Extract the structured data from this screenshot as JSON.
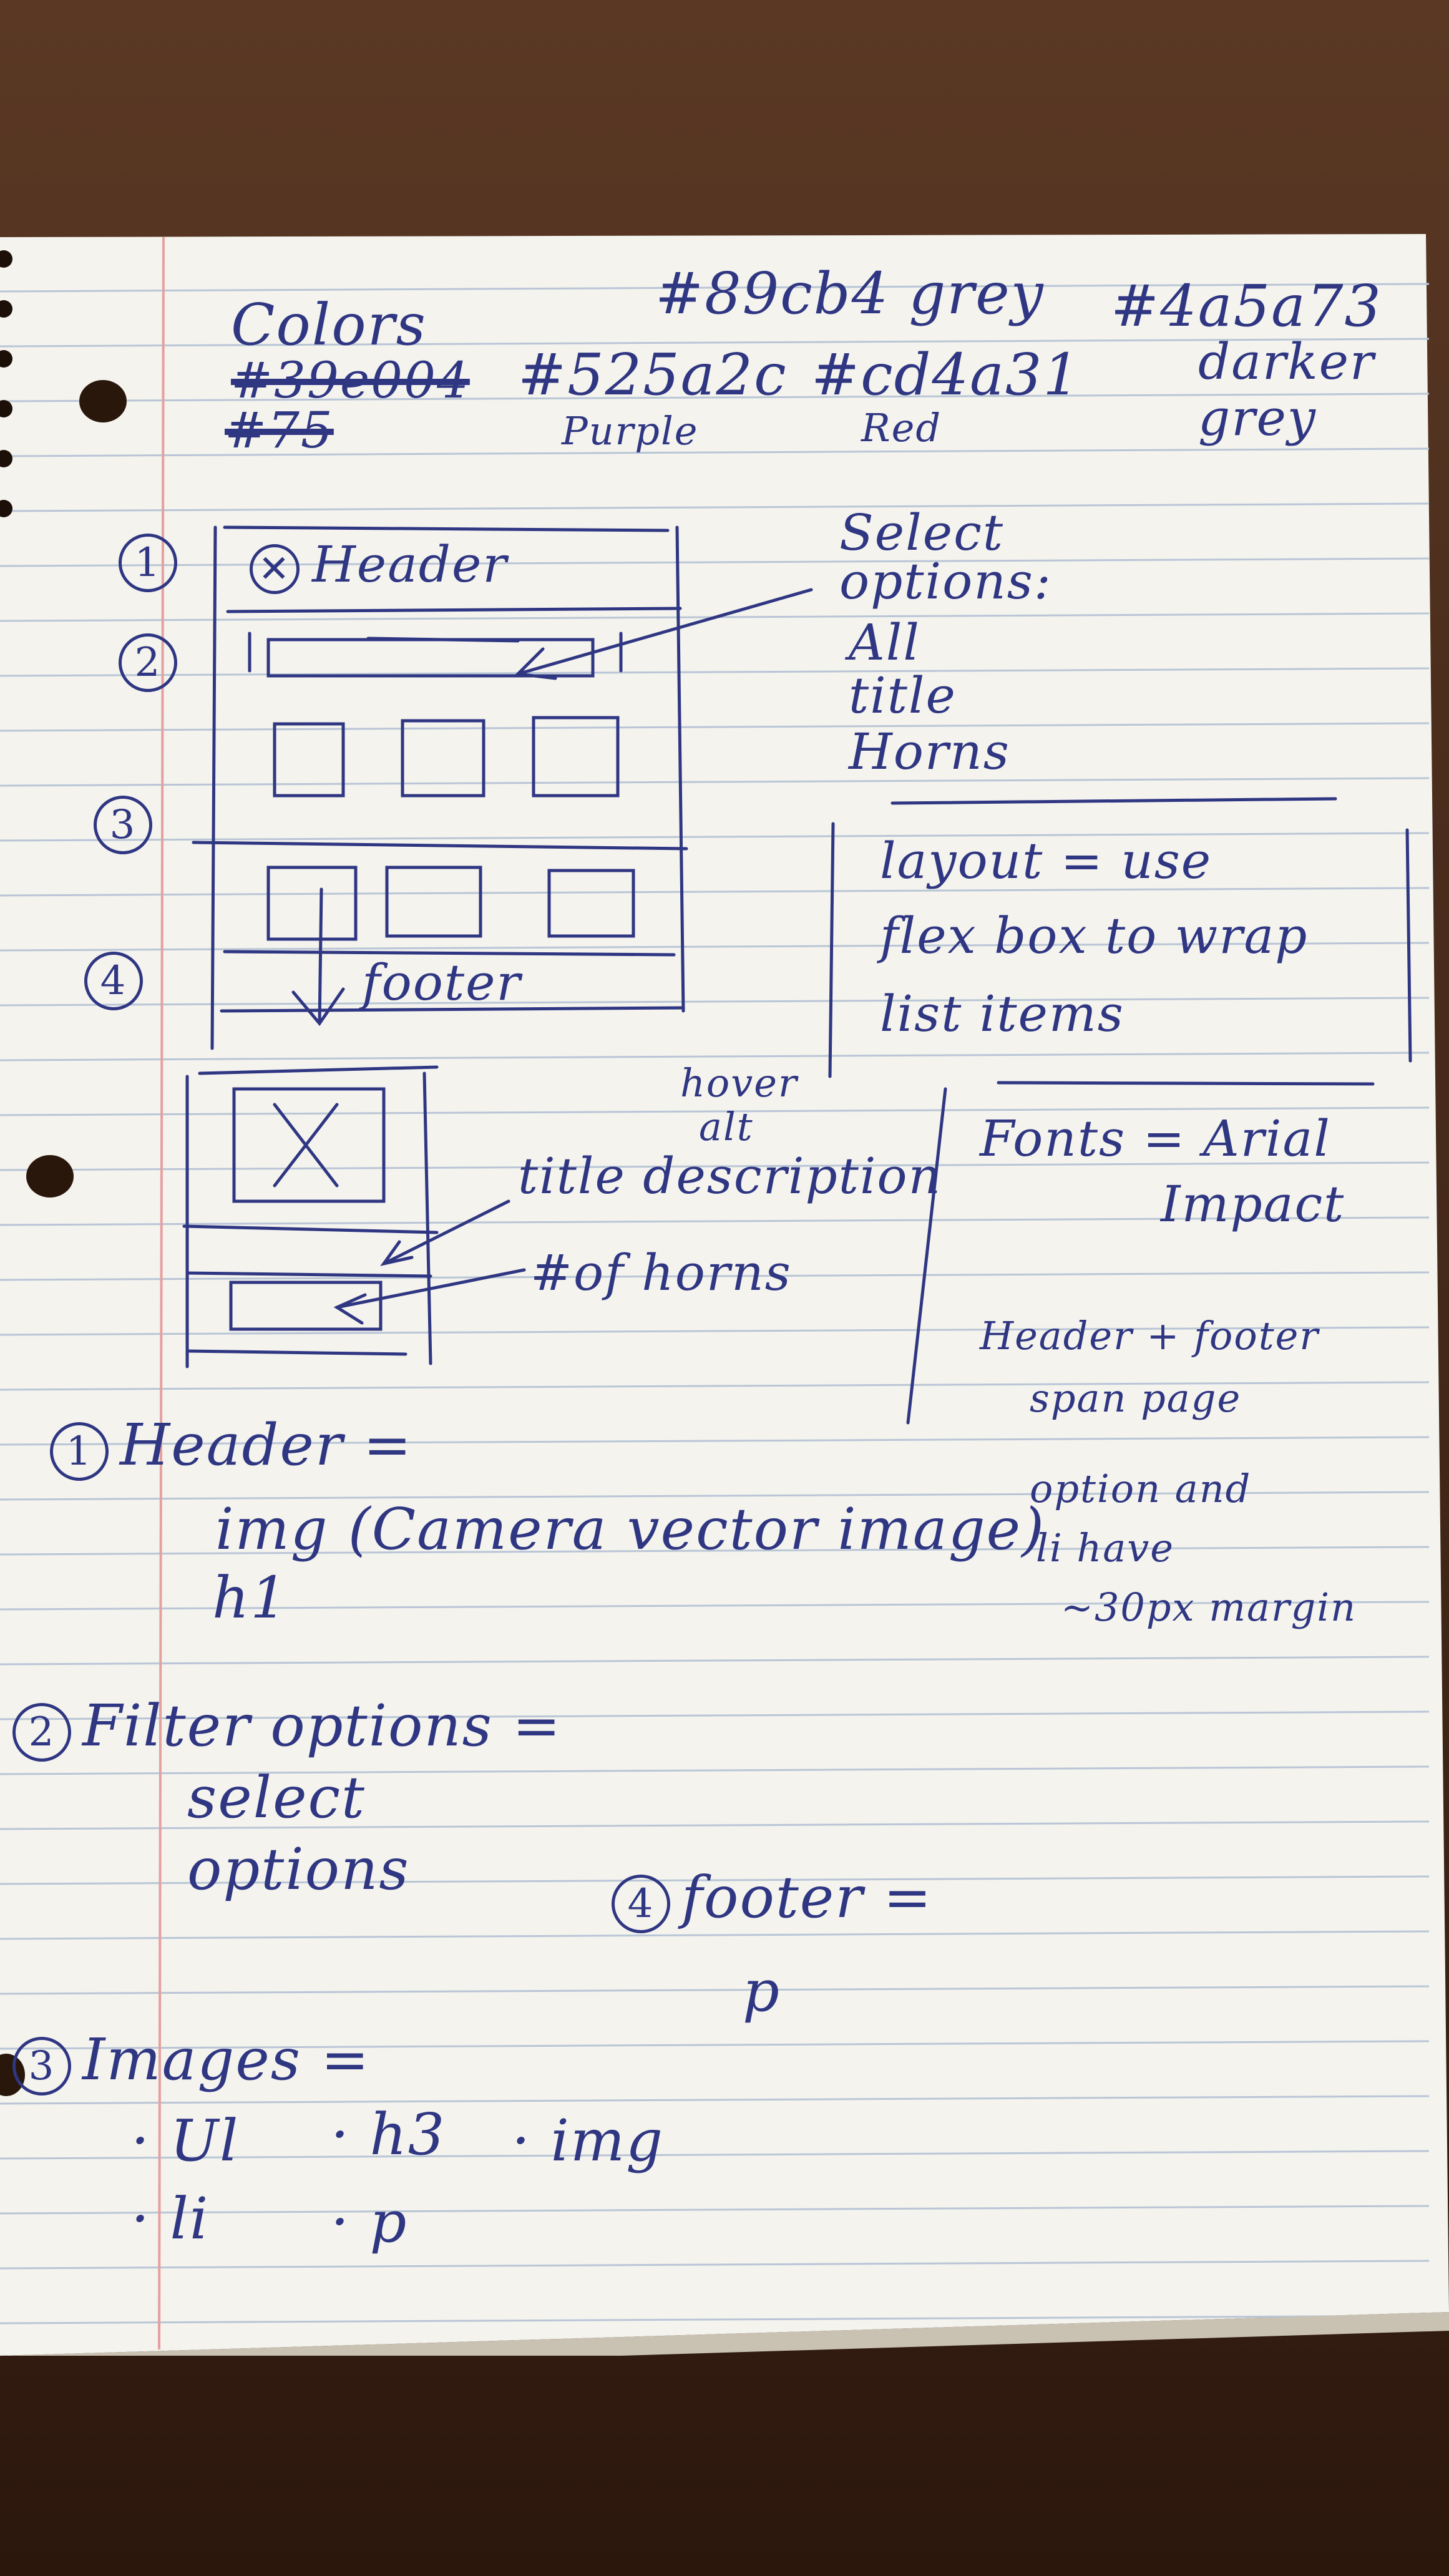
{
  "colors": {
    "heading": "Colors",
    "struck_1": "#39e004",
    "struck_2": "#75",
    "grey_hex": "#89cb4 grey",
    "darker_hex": "#4a5a73",
    "darker_label": "darker grey",
    "purple_hex": "#525a2c",
    "purple_label": "Purple",
    "red_hex": "#cd4a31",
    "red_label": "Red",
    "ink": "#2f3682",
    "paper": "#f4f3ee"
  },
  "sketch": {
    "n1": "1",
    "n2": "2",
    "n3": "3",
    "n4": "4",
    "header_label": "Header",
    "footer_label": "footer",
    "select_options": "Select options:",
    "opt_all": "All",
    "opt_title": "title",
    "opt_horns": "Horns",
    "layout_1": "layout = use",
    "layout_2": "flex box to wrap",
    "layout_3": "list items",
    "hover_1": "hover",
    "hover_2": "alt",
    "title_desc": "title description",
    "num_horns": "#of horns",
    "fonts_1": "Fonts = Arial",
    "fonts_2": "Impact",
    "span_1": "Header + footer",
    "span_2": "span page",
    "margin_1": "option and",
    "margin_2": "li have",
    "margin_3": "~30px margin"
  },
  "notes": {
    "header_line": "Header =",
    "header_img": "img (Camera vector image)",
    "header_h1": "h1",
    "filter_line": "Filter options =",
    "filter_select": "select",
    "filter_options": "options",
    "footer_line": "footer =",
    "footer_p": "p",
    "images_line": "Images =",
    "images_ul": "· Ul",
    "images_h3": "· h3",
    "images_img": "· img",
    "images_li": "· li",
    "images_p": "· p"
  }
}
